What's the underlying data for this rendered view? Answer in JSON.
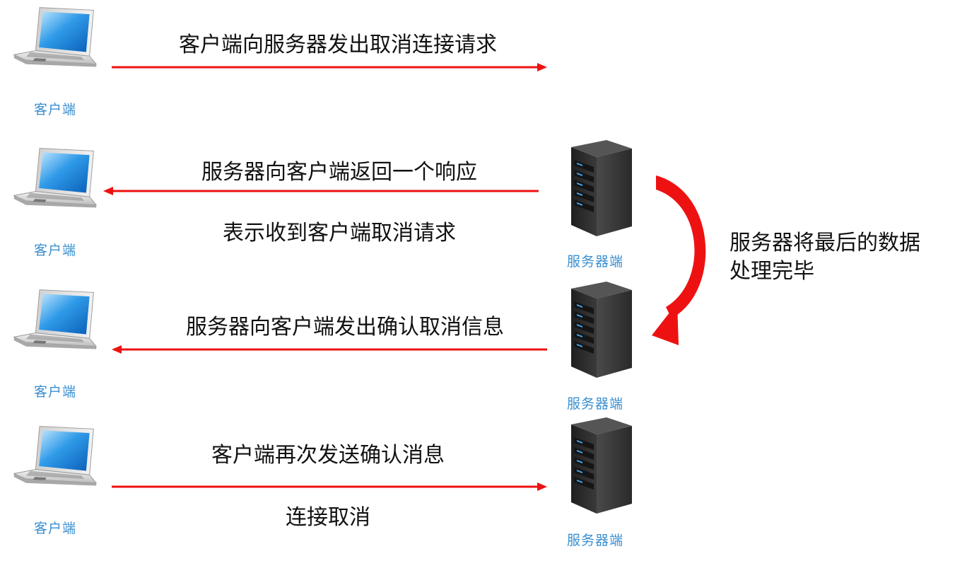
{
  "nodes": {
    "client_label": "客户端",
    "server_label": "服务器端"
  },
  "steps": [
    {
      "message": "客户端向服务器发出取消连接请求",
      "note": "",
      "direction": "client-to-server"
    },
    {
      "message": "服务器向客户端返回一个响应",
      "note": "表示收到客户端取消请求",
      "direction": "server-to-client"
    },
    {
      "message": "服务器向客户端发出确认取消信息",
      "note": "",
      "direction": "server-to-client"
    },
    {
      "message": "客户端再次发送确认消息",
      "note": "连接取消",
      "direction": "client-to-server"
    }
  ],
  "server_process": {
    "line1": "服务器将最后的数据",
    "line2": "处理完毕"
  },
  "colors": {
    "arrow": "#ee1111",
    "label_blue": "#3a8fd0",
    "text": "#111111",
    "server_body": "#2e2e2e",
    "server_led": "#3fa9f5"
  }
}
